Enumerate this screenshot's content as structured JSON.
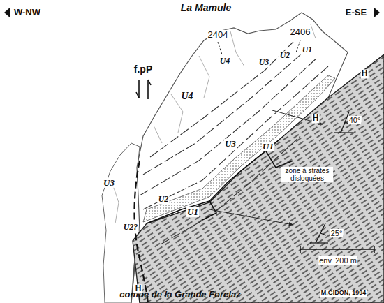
{
  "diagram": {
    "title": "La Mamule",
    "caption": "combe de la Grande Forclaz",
    "labels": [
      "W-NW",
      "E-SE",
      "2404",
      "2406",
      "U4",
      "U3",
      "U2",
      "U1",
      "U4",
      "U3",
      "U1",
      "H",
      "U3",
      "U2",
      "U1",
      "U2?",
      "H",
      "H",
      "f.pP",
      "zone à strates disloquées",
      "40°",
      "25°",
      "env. 200 m",
      "M.GIDON, 1994"
    ]
  }
}
